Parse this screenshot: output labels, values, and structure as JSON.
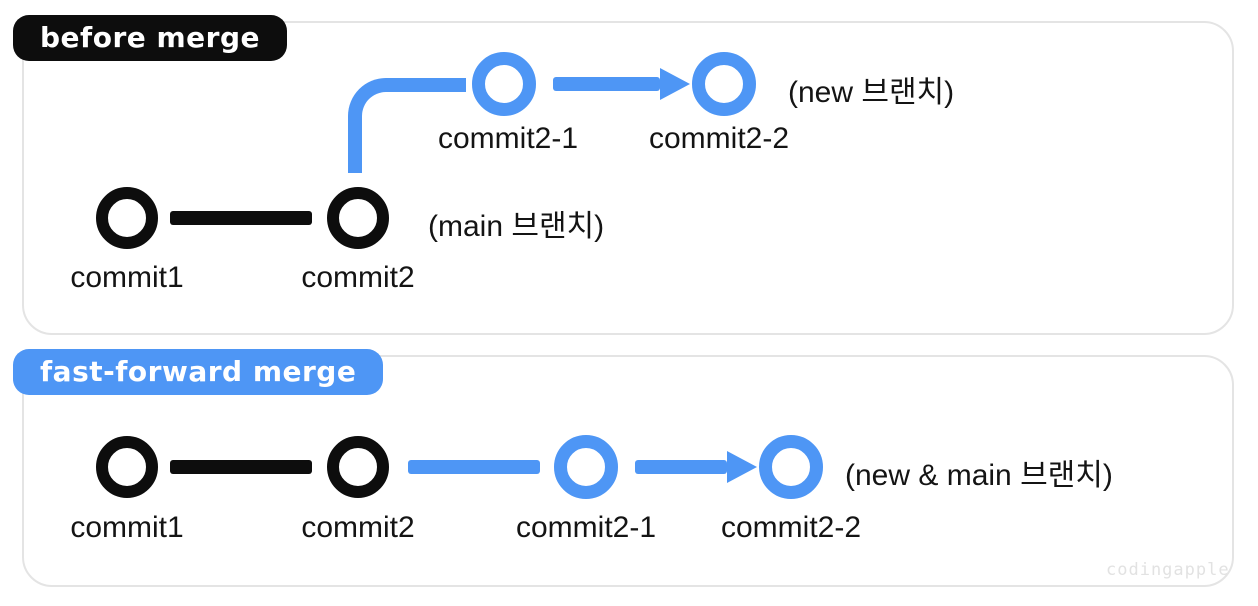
{
  "colors": {
    "blue": "#4e96f5",
    "black": "#0d0d0d",
    "panel_border": "#e4e4e4",
    "label_text": "#141414",
    "watermark": "#e2e2e2"
  },
  "before": {
    "badge": "before merge",
    "nodes": {
      "commit1": "commit1",
      "commit2": "commit2",
      "commit2_1": "commit2-1",
      "commit2_2": "commit2-2"
    },
    "main_annotation": "(main 브랜치)",
    "new_annotation": "(new 브랜치)"
  },
  "ff": {
    "badge": "fast-forward merge",
    "nodes": {
      "commit1": "commit1",
      "commit2": "commit2",
      "commit2_1": "commit2-1",
      "commit2_2": "commit2-2"
    },
    "annotation": "(new & main 브랜치)"
  },
  "watermark": "codingapple"
}
